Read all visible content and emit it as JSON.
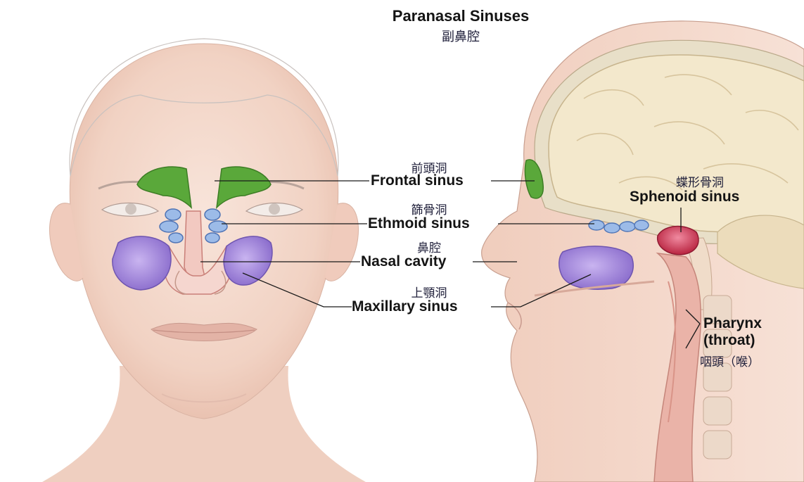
{
  "title": {
    "english": "Paranasal Sinuses",
    "chinese": "副鼻腔"
  },
  "labels": {
    "frontal": {
      "chinese": "前頭洞",
      "english": "Frontal sinus"
    },
    "ethmoid": {
      "chinese": "篩骨洞",
      "english": "Ethmoid sinus"
    },
    "nasal": {
      "chinese": "鼻腔",
      "english": "Nasal cavity"
    },
    "maxillary": {
      "chinese": "上顎洞",
      "english": "Maxillary sinus"
    },
    "sphenoid": {
      "chinese": "蝶形骨洞",
      "english": "Sphenoid sinus"
    },
    "pharynx": {
      "english_line1": "Pharynx",
      "english_line2": "(throat)",
      "chinese": "咽頭（喉）"
    }
  },
  "colors": {
    "frontal_sinus": "#5aa83a",
    "ethmoid_sinus": "#7fa4dc",
    "maxillary_sinus": "#9a7fd6",
    "sphenoid_sinus": "#c4304e",
    "skin": "#f4d9cc",
    "brain": "#f2e6c8"
  }
}
